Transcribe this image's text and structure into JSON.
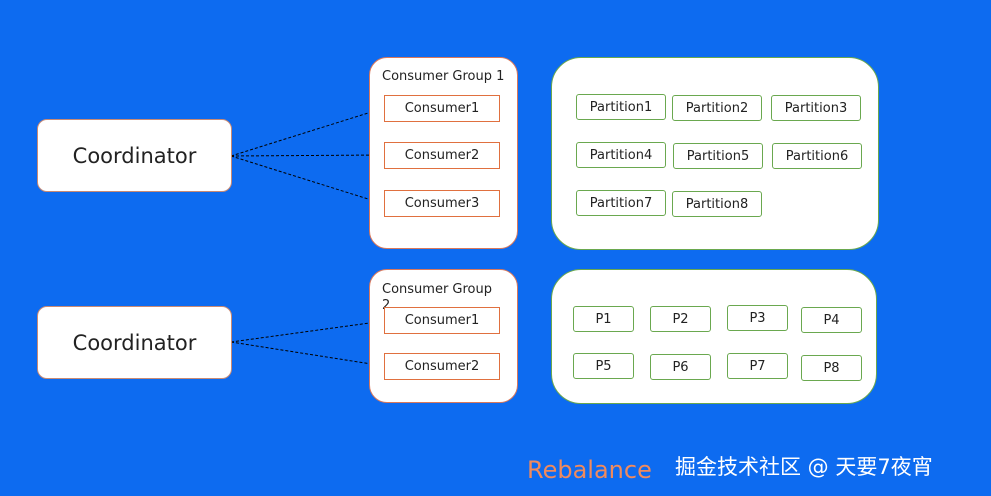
{
  "coordinators": [
    "Coordinator",
    "Coordinator"
  ],
  "groups": [
    {
      "title": "Consumer Group 1",
      "consumers": [
        "Consumer1",
        "Consumer2",
        "Consumer3"
      ],
      "partitions": [
        "Partition1",
        "Partition2",
        "Partition3",
        "Partition4",
        "Partition5",
        "Partition6",
        "Partition7",
        "Partition8"
      ]
    },
    {
      "title": "Consumer Group 2",
      "consumers": [
        "Consumer1",
        "Consumer2"
      ],
      "partitions": [
        "P1",
        "P2",
        "P3",
        "P4",
        "P5",
        "P6",
        "P7",
        "P8"
      ]
    }
  ],
  "footer": {
    "rebalance": "Rebalance",
    "watermark": "掘金技术社区 @ 天要7夜宵"
  }
}
